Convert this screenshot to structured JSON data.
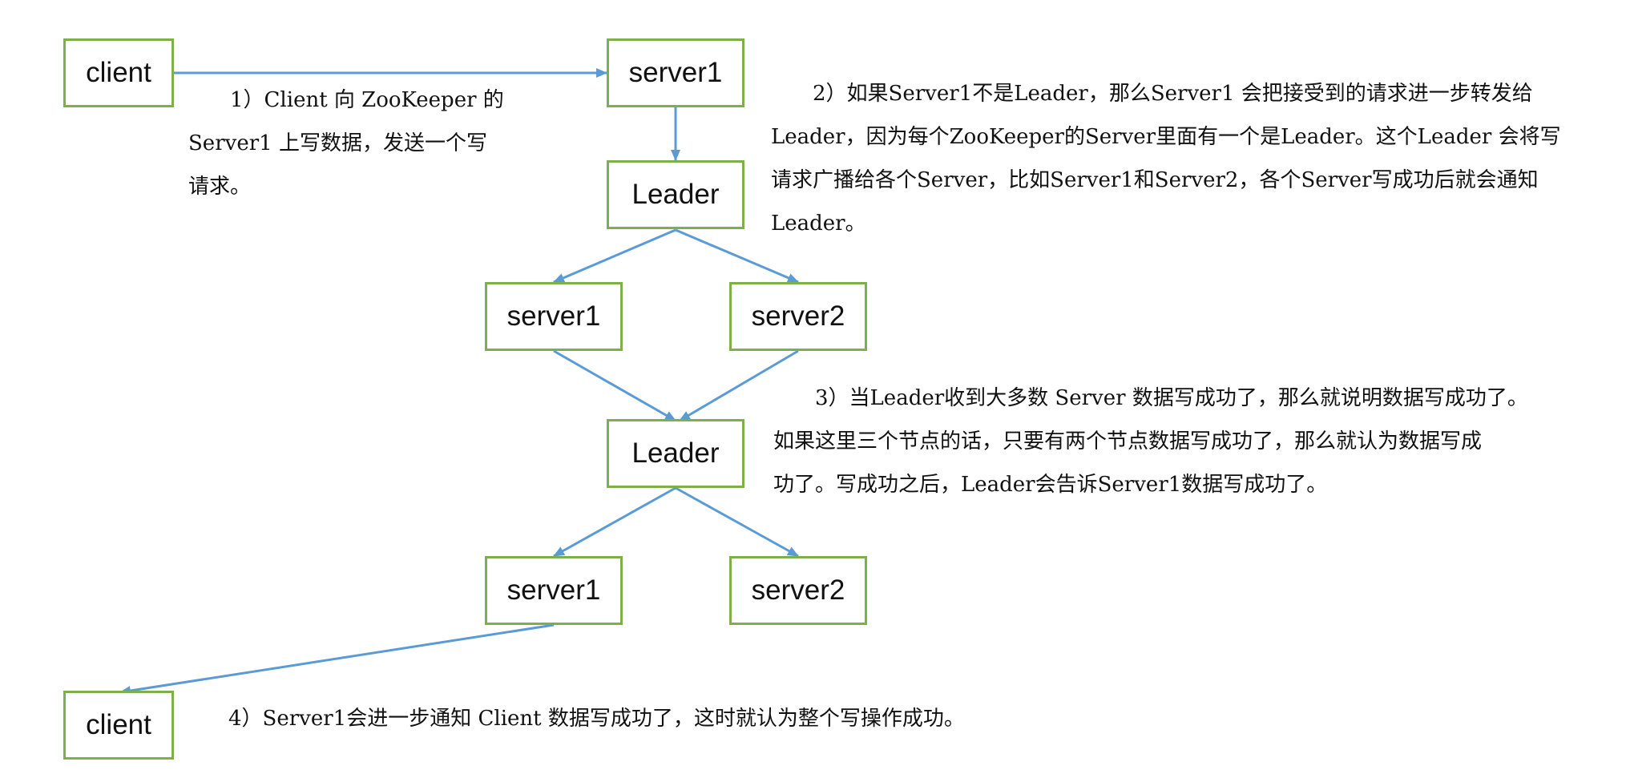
{
  "colors": {
    "node_border": "#7bb04a",
    "arrow": "#5b9bd5",
    "text": "#111111"
  },
  "nodes": {
    "client_top": "client",
    "server1_top": "server1",
    "leader_top": "Leader",
    "server1_mid": "server1",
    "server2_mid": "server2",
    "leader_mid": "Leader",
    "server1_bottom": "server1",
    "server2_bottom": "server2",
    "client_bottom": "client"
  },
  "notes": {
    "step1": "　　1）Client 向 ZooKeeper 的\nServer1 上写数据，发送一个写\n请求。",
    "step2": "　　2）如果Server1不是Leader，那么Server1 会把接受到的请求进一步转发给\nLeader，因为每个ZooKeeper的Server里面有一个是Leader。这个Leader 会将写\n请求广播给各个Server，比如Server1和Server2，各个Server写成功后就会通知\nLeader。",
    "step3": "　　3）当Leader收到大多数 Server 数据写成功了，那么就说明数据写成功了。\n如果这里三个节点的话，只要有两个节点数据写成功了，那么就认为数据写成\n功了。写成功之后，Leader会告诉Server1数据写成功了。",
    "step4": "4）Server1会进一步通知 Client 数据写成功了，这时就认为整个写操作成功。"
  }
}
